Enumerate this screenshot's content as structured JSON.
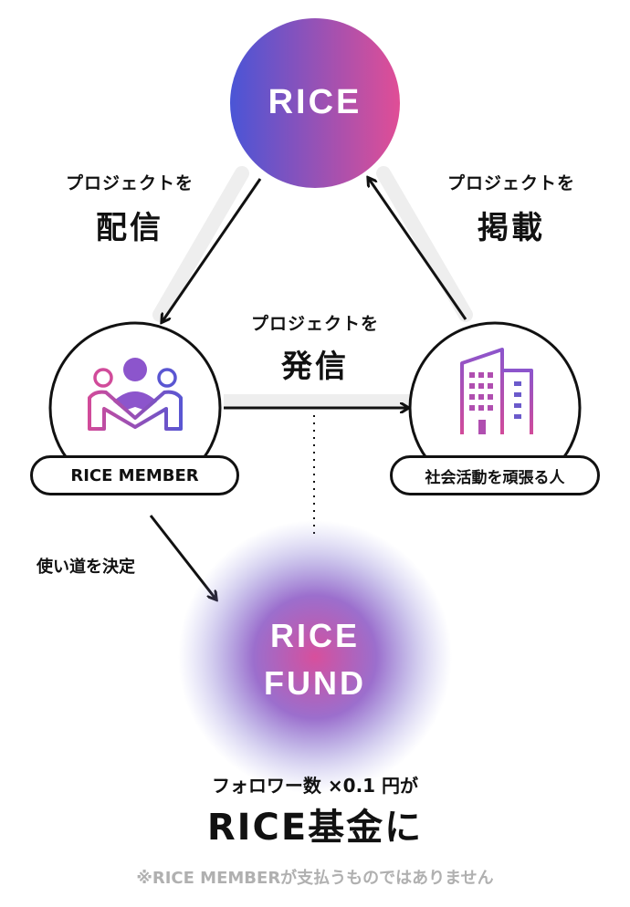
{
  "nodes": {
    "rice": {
      "label": "RICE"
    },
    "member": {
      "label": "RICE MEMBER"
    },
    "social": {
      "label": "社会活動を頑張る人"
    },
    "fund": {
      "line1": "RICE",
      "line2": "FUND"
    }
  },
  "arrows": {
    "left": {
      "small": "プロジェクトを",
      "big": "配信"
    },
    "right": {
      "small": "プロジェクトを",
      "big": "掲載"
    },
    "middle": {
      "small": "プロジェクトを",
      "big": "発信"
    },
    "usage": {
      "label": "使い道を決定"
    }
  },
  "footer": {
    "formula": "フォロワー数 ×0.1 円が",
    "headline": "RICE基金に",
    "note": "※RICE MEMBERが支払うものではありません"
  },
  "icons": {
    "member": "people-group-icon",
    "social": "office-building-icon"
  },
  "colors": {
    "gradient_start": "#4a55d6",
    "gradient_end": "#e04e96",
    "fund_glow": "#c85aa8",
    "note": "#b0b0b0",
    "connector_shadow": "#eeeeee"
  }
}
